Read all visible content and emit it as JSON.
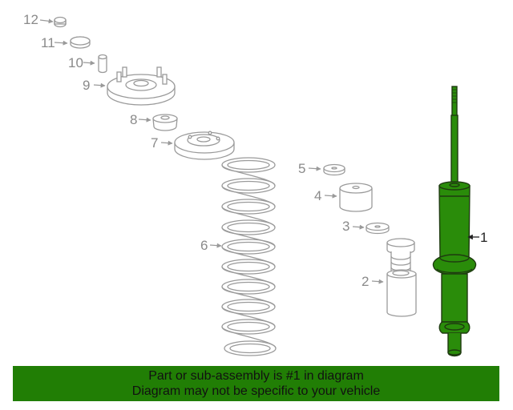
{
  "diagram": {
    "callouts": [
      "1",
      "2",
      "3",
      "4",
      "5",
      "6",
      "7",
      "8",
      "9",
      "10",
      "11",
      "12"
    ],
    "highlight_part": "1",
    "colors": {
      "highlight": "#2a8c0a",
      "banner": "#217e05",
      "line_art": "#9a9a9a"
    }
  },
  "banner": {
    "line1": "Part or sub-assembly is #1 in diagram",
    "line2": "Diagram may not be specific to your vehicle"
  }
}
